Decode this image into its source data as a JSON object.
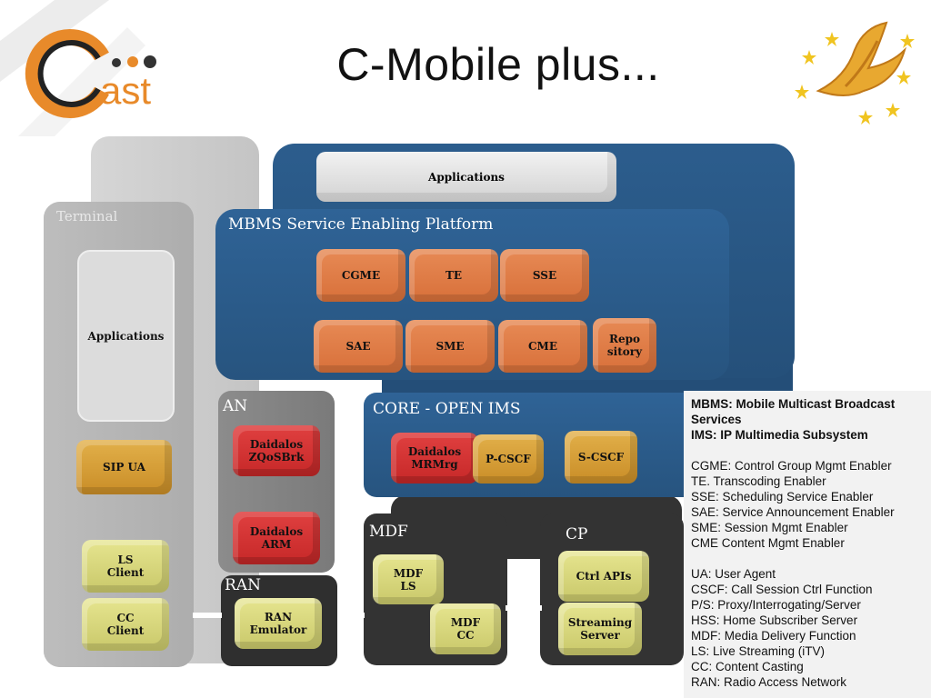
{
  "slide": {
    "title": "C-Mobile plus...",
    "logo_text": "ast"
  },
  "panels": {
    "terminal": "Terminal",
    "mbms": "MBMS Service Enabling Platform",
    "an": "AN",
    "core": "CORE - OPEN IMS",
    "mdf": "MDF",
    "cp": "CP",
    "ran": "RAN"
  },
  "boxes": {
    "top_applications": "Applications",
    "terminal_applications": "Applications",
    "sip_ua": "SIP UA",
    "ls_client": [
      "LS",
      "Client"
    ],
    "cc_client": [
      "CC",
      "Client"
    ],
    "cgme": "CGME",
    "te": "TE",
    "sse": "SSE",
    "sae": "SAE",
    "sme": "SME",
    "cme": "CME",
    "repository": [
      "Repo",
      "sitory"
    ],
    "daidalos_zqosbrk": [
      "Daidalos",
      "ZQoSBrk"
    ],
    "daidalos_arm": [
      "Daidalos",
      "ARM"
    ],
    "daidalos_mrmrg": [
      "Daidalos",
      "MRMrg"
    ],
    "p_cscf": "P-CSCF",
    "s_cscf": "S-CSCF",
    "mdf_ls": [
      "MDF",
      "LS"
    ],
    "mdf_cc": [
      "MDF",
      "CC"
    ],
    "ctrl_apis": "Ctrl APIs",
    "streaming_server": [
      "Streaming",
      "Server"
    ],
    "ran_emulator": [
      "RAN",
      "Emulator"
    ]
  },
  "legend": {
    "bold_lines": [
      "MBMS: Mobile Multicast Broadcast Services",
      "IMS: IP Multimedia Subsystem"
    ],
    "group1": [
      "CGME: Control Group Mgmt Enabler",
      "TE. Transcoding Enabler",
      "SSE: Scheduling Service Enabler",
      "SAE: Service Announcement Enabler",
      "SME: Session Mgmt Enabler",
      "CME Content Mgmt Enabler"
    ],
    "group2": [
      "UA: User Agent",
      "CSCF: Call Session Ctrl Function",
      "P/S: Proxy/Interrogating/Server",
      "HSS: Home Subscriber Server",
      "MDF: Media Delivery Function",
      "LS: Live Streaming (iTV)",
      "CC: Content Casting",
      "RAN: Radio Access Network"
    ]
  },
  "colors": {
    "blue_panel": "#2a5a8a",
    "dark_panel": "#3a3a3a",
    "gray_panel": "#b8b8b8",
    "orange": "#e07b45",
    "red": "#d83030",
    "gold": "#d8a040",
    "olive": "#dcdb80"
  }
}
